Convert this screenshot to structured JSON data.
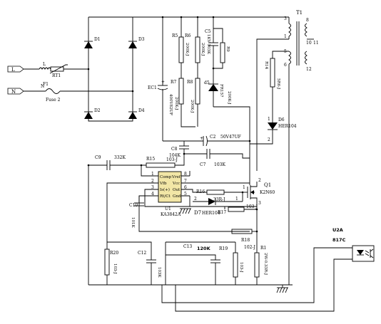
{
  "terminals": {
    "live": "L",
    "neutral": "N",
    "live_color": "#f4d800",
    "neutral_color": "#f4d800"
  },
  "input": {
    "inductor": "L",
    "thermistor": "RT1",
    "fuse_ref": "F1",
    "fuse_terminal": "N",
    "fuse_value": "Fuse 2"
  },
  "bridge": {
    "d1": "D1",
    "d2": "D2",
    "d3": "D3",
    "d4": "D4"
  },
  "bulk_cap": {
    "ref": "EC1",
    "plus": "+",
    "value": "400V82UF"
  },
  "snubber": {
    "r5": "R5",
    "r5_val": "200K-J",
    "r6": "R6",
    "r6_val": "200K-J",
    "c5": "C5",
    "c5_val": "1KV 103K",
    "r9": "R9",
    "r9_val": "200K-J",
    "r7": "R7",
    "r7_val": "200K-J",
    "r8": "R8",
    "r8_val": "200K-J",
    "d5": "d5",
    "d5_val": "FR157"
  },
  "transformer": {
    "ref": "T1",
    "p3": "3",
    "p1": "1",
    "p5": "5",
    "p6": "6",
    "p8": "8",
    "p10": "10",
    "p11": "11",
    "p12": "12"
  },
  "aux": {
    "r14": "R14",
    "r14_val": "5R6-J",
    "d6": "D6",
    "d6_val": "HER104",
    "d6_p1": "1",
    "d6_p2": "2",
    "c2": "C2",
    "c2_plus": "+",
    "c2_val": "50V47UF",
    "c8": "C8",
    "c8_val": "104K",
    "c7": "C7",
    "c7_val": "103K"
  },
  "controller": {
    "c9": "C9",
    "c9_val": "332K",
    "r15": "R15",
    "r15_val": "103-J",
    "ic_ref": "U1",
    "ic_part": "KA3842A",
    "pins": {
      "p1": "1",
      "p2": "2",
      "p3": "3",
      "p4": "4",
      "p5": "5",
      "p6": "6",
      "p7": "7",
      "p8": "8",
      "comp": "Comp",
      "vfb": "Vfb",
      "isense": "Is(+)",
      "rtct": "Rt/Ct",
      "vref": "Vref",
      "vcc": "Vcc",
      "out": "Out",
      "gnd": "Gnd"
    },
    "ic_color": "#f2e6a6",
    "c10": "C10",
    "c10_val": "101K",
    "ground_symbol": "ground-symbol"
  },
  "drive": {
    "r16": "R16",
    "r16_val": "33R-J",
    "d7": "D7",
    "d7_val": "HER104",
    "d7_p1": "1",
    "d7_p2": "2",
    "r17": "R17",
    "r17_val": "103-J",
    "q1": "Q1",
    "q1_val": "K2N60",
    "q1_p1": "1",
    "q1_p2": "2",
    "q1_p3": "3",
    "r18": "R18",
    "r18_val": "102-J",
    "r1": "R1",
    "r1_val": "2W-0.33R-J"
  },
  "bottom": {
    "r20": "R20",
    "r20_val": "103-J",
    "c12": "C12",
    "c12_val": "103K",
    "c13": "C13",
    "c13_val": "120K",
    "r19": "R19",
    "r19_val": "103-J"
  },
  "optocoupler": {
    "ref": "U2A",
    "part": "817C"
  }
}
